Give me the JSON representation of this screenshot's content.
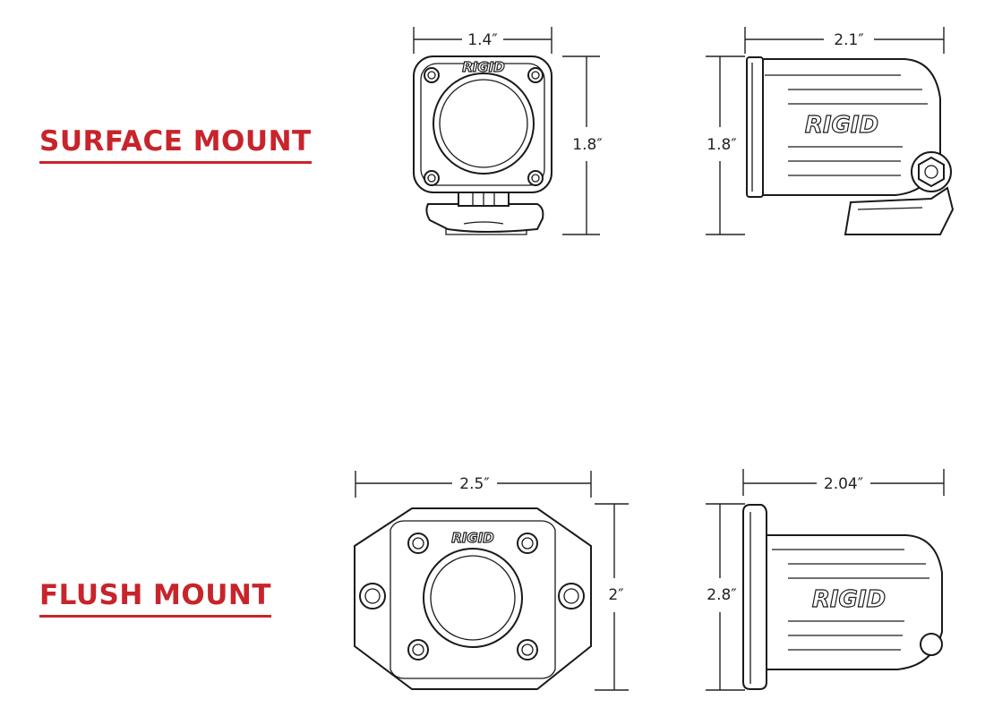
{
  "sections": {
    "surface": {
      "title": "SURFACE MOUNT",
      "front_width": "1.4″",
      "front_height": "1.8″",
      "side_depth": "2.1″",
      "side_height": "1.8″"
    },
    "flush": {
      "title": "FLUSH MOUNT",
      "front_width": "2.5″",
      "front_height": "2″",
      "side_depth": "2.04″",
      "side_height": "2.8″"
    }
  },
  "logo_text": "RIGID",
  "colors": {
    "accent": "#c8242b",
    "line": "#1a1a1a"
  }
}
